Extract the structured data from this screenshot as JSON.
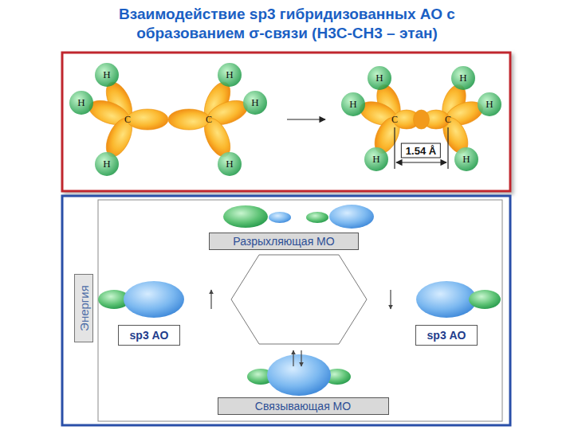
{
  "diagram": {
    "title": "Взаимодействие sp3 гибридизованных АО с образованием σ-связи (H3C-CH3 – этан)",
    "nodes": [
      {
        "text": [
          "H"
        ]
      },
      {
        "text": [
          "H"
        ]
      },
      {
        "text": [
          "H"
        ]
      },
      {
        "text": [
          "H"
        ]
      },
      {
        "text": [
          "H"
        ]
      },
      {
        "text": [
          "H"
        ]
      },
      {
        "text": [
          "H"
        ]
      },
      {
        "text": [
          "H"
        ]
      },
      {
        "text": [
          "H"
        ]
      },
      {
        "text": [
          "H"
        ]
      },
      {
        "text": [
          "H"
        ]
      },
      {
        "text": [
          "H"
        ]
      },
      {
        "text": [
          "Разрыхляющая МО"
        ]
      },
      {
        "text": [
          "Энергия"
        ]
      },
      {
        "text": [
          "sp3 АО"
        ]
      },
      {
        "text": [
          "sp3 АО"
        ]
      },
      {
        "text": [
          "Связывающая МО"
        ]
      }
    ],
    "labels": [
      "C",
      "C",
      "C",
      "C",
      "1.54 Å"
    ]
  }
}
